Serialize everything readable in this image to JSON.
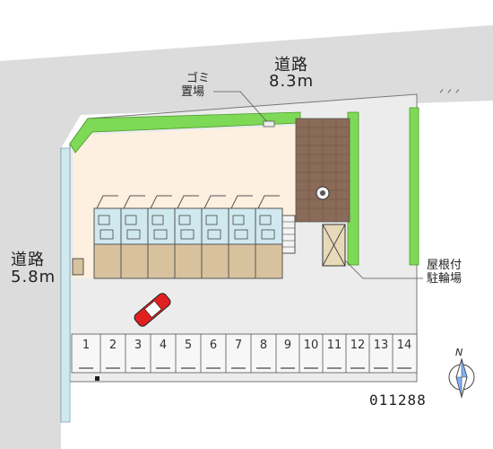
{
  "roads": {
    "north": {
      "name": "道路",
      "width": "8.3m"
    },
    "west": {
      "name": "道路",
      "width": "5.8m"
    }
  },
  "labels": {
    "garbage": [
      "ゴミ",
      "置場"
    ],
    "bicycle": [
      "屋根付",
      "駐輪場"
    ]
  },
  "parking": {
    "slots": [
      "1",
      "2",
      "3",
      "4",
      "5",
      "6",
      "7",
      "8",
      "9",
      "10",
      "11",
      "12",
      "13",
      "14"
    ]
  },
  "compass": {
    "north_label": "N"
  },
  "property_code": "011288",
  "colors": {
    "road": "#dcdcdc",
    "lot": "#fdf0e0",
    "hedge": "#7ed957",
    "building_dark": "#555555",
    "parking_area": "#ececec",
    "car": "#e02020"
  }
}
